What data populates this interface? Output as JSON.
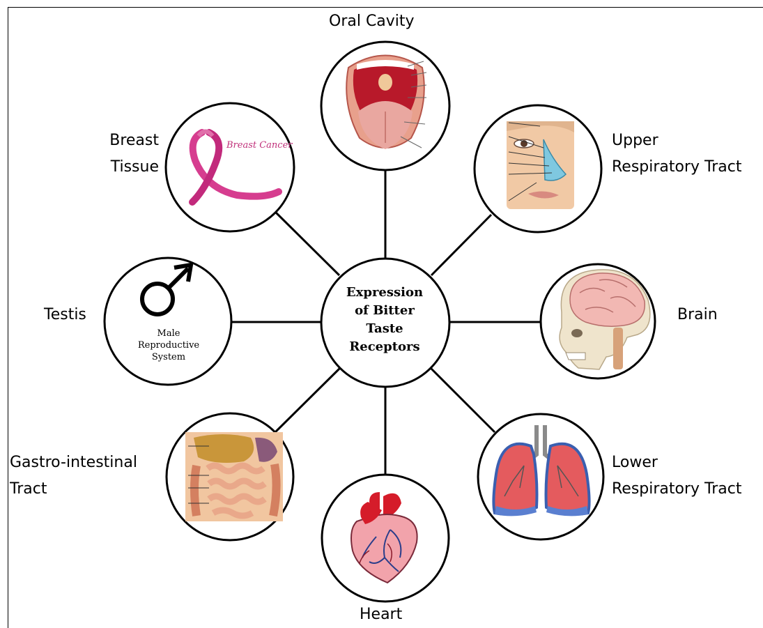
{
  "center": {
    "lines": [
      "Expression",
      "of Bitter",
      "Taste",
      "Receptors"
    ]
  },
  "nodes": {
    "oral_cavity": {
      "label": "Oral Cavity",
      "icon": "mouth-icon"
    },
    "upper_respiratory": {
      "label_lines": [
        "Upper",
        "Respiratory Tract"
      ],
      "icon": "nose-icon"
    },
    "brain": {
      "label": "Brain",
      "icon": "brain-icon"
    },
    "lower_respiratory": {
      "label_lines": [
        "Lower",
        "Respiratory Tract"
      ],
      "icon": "lungs-icon"
    },
    "heart": {
      "label": "Heart",
      "icon": "heart-icon"
    },
    "gastrointestinal": {
      "label_lines": [
        "Gastro-intestinal",
        "Tract"
      ],
      "icon": "intestine-icon"
    },
    "testis": {
      "label": "Testis",
      "icon": "male-symbol-icon",
      "inner_lines": [
        "Male",
        "Reproductive",
        "System"
      ]
    },
    "breast": {
      "label_lines": [
        "Breast",
        "Tissue"
      ],
      "icon": "pink-ribbon-icon",
      "inner_text": "Breast Cancer"
    }
  },
  "colors": {
    "line": "#000000",
    "ribbon": "#d63d8f",
    "lung": "#e05a5a",
    "heart": "#d7202a",
    "brain": "#f0b6b0"
  }
}
